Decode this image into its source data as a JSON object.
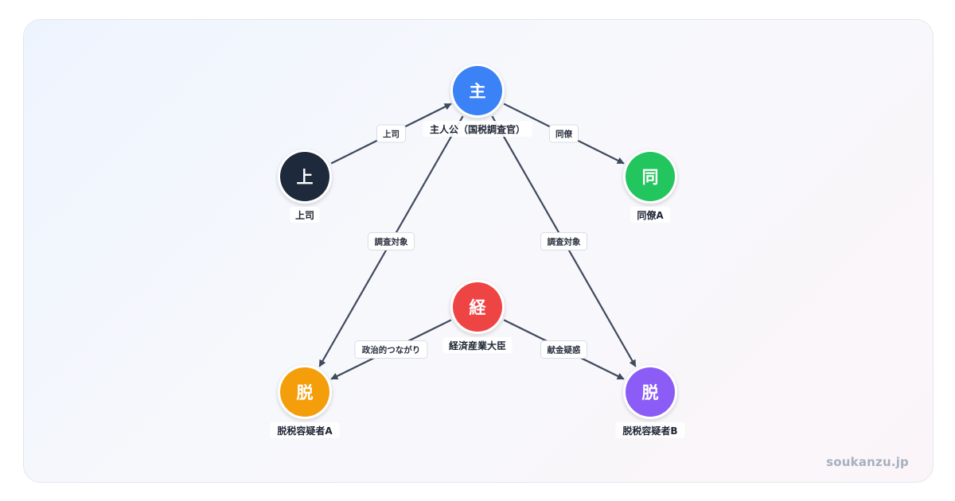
{
  "nodes": [
    {
      "id": "main",
      "glyph": "主",
      "label": "主人公（国税調査官）",
      "color": "#3b82f6"
    },
    {
      "id": "boss",
      "glyph": "上",
      "label": "上司",
      "color": "#1e293b"
    },
    {
      "id": "colleague",
      "glyph": "同",
      "label": "同僚A",
      "color": "#22c55e"
    },
    {
      "id": "minister",
      "glyph": "経",
      "label": "経済産業大臣",
      "color": "#ef4444"
    },
    {
      "id": "suspectA",
      "glyph": "脱",
      "label": "脱税容疑者A",
      "color": "#f59e0b"
    },
    {
      "id": "suspectB",
      "glyph": "脱",
      "label": "脱税容疑者B",
      "color": "#8b5cf6"
    }
  ],
  "edges": [
    {
      "from": "boss",
      "to": "main",
      "label": "上司"
    },
    {
      "from": "main",
      "to": "colleague",
      "label": "同僚"
    },
    {
      "from": "main",
      "to": "suspectA",
      "label": "調査対象"
    },
    {
      "from": "main",
      "to": "suspectB",
      "label": "調査対象"
    },
    {
      "from": "minister",
      "to": "suspectA",
      "label": "政治的つながり"
    },
    {
      "from": "minister",
      "to": "suspectB",
      "label": "献金疑惑"
    }
  ],
  "watermark": "soukanzu.jp"
}
